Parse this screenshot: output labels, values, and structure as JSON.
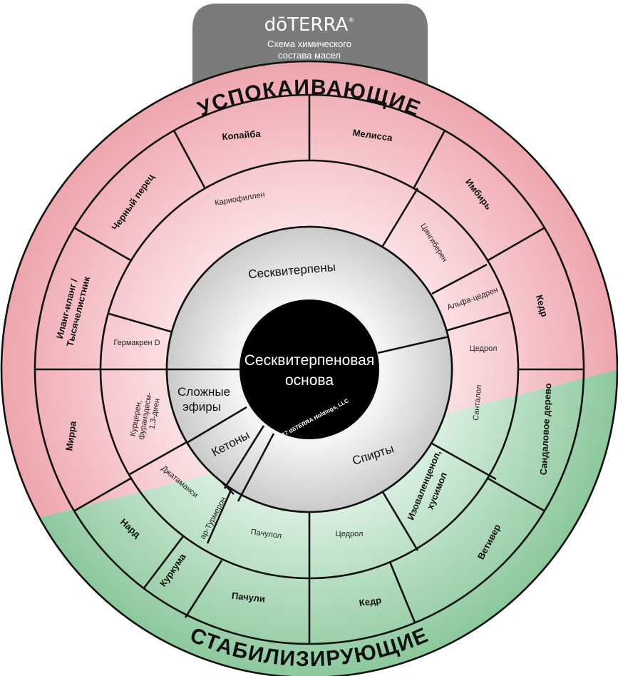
{
  "brand": {
    "logo": "dōTERRA",
    "reg": "®",
    "subtitle_line1": "Схема химического",
    "subtitle_line2": "состава масел"
  },
  "headers": {
    "top": "УСПОКАИВАЮЩИЕ",
    "bottom": "СТАБИЛИЗИРУЮЩИЕ"
  },
  "center": {
    "line1": "Сесквитерпеновая",
    "line2": "основа",
    "copyright": "© 2017 dōTERRA Holdings, LLC"
  },
  "classes": {
    "sesquiterpenes": "Сесквитерпены",
    "esters_line1": "Сложные",
    "esters_line2": "эфиры",
    "ketones": "Кетоны",
    "alcohols": "Спирты"
  },
  "compounds": {
    "caryophyllene": "Кариофиллен",
    "zingiberene": "Цингиберен",
    "alpha_cedrene": "Альфа-цедрен",
    "cedrol_upper": "Цедрол",
    "germacrene": "Гермакрен D",
    "curzerene_line1": "Курцерен,",
    "curzerene_line2": "фуранэдесм-",
    "curzerene_line3": "1,3-диен",
    "santalol": "Санталол",
    "isovalencenol_line1": "Изоваленценол,",
    "isovalencenol_line2": "хусимол",
    "cedrol_lower": "Цедрол",
    "patchoulol": "Пачулол",
    "ar_turmerone": "ар-Турмерон",
    "jatamansi": "Джатаманси"
  },
  "oils": {
    "copaiba": "Копайба",
    "melissa": "Мелисса",
    "ginger": "Имбирь",
    "cedarwood_upper": "Кедр",
    "black_pepper": "Черный перец",
    "ylang_line1": "Иланг-иланг /",
    "ylang_line2": "Тысячелистник",
    "myrrh": "Мирра",
    "sandalwood": "Сандаловое дерево",
    "vetiver": "Ветивер",
    "cedarwood_lower": "Кедр",
    "patchouli": "Пачули",
    "turmeric": "Куркума",
    "spikenard": "Нард"
  },
  "colors": {
    "calming": "#eea3ab",
    "grounding": "#92cba0",
    "tab": "#7b7b7b",
    "class_ring": "#cfcfcf",
    "core": "#000000"
  }
}
